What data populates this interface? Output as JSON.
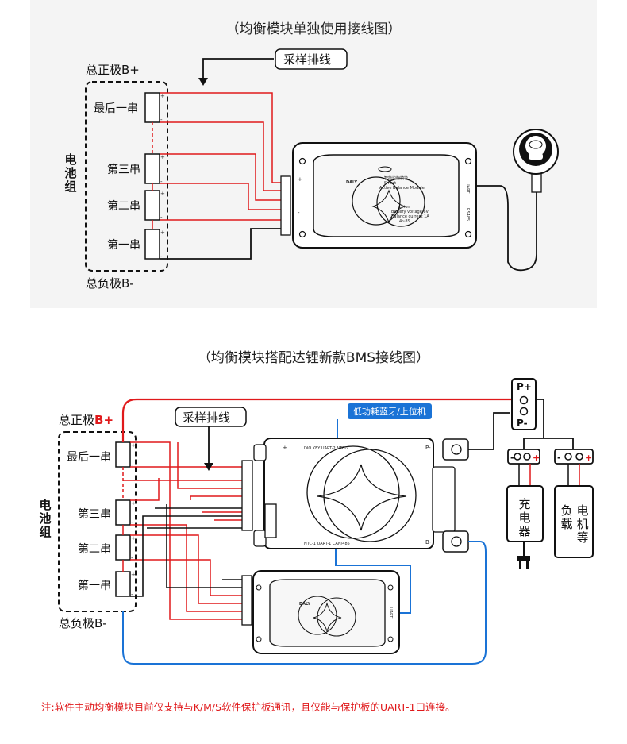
{
  "diagram1": {
    "title": "（均衡模块单独使用接线图）",
    "sampling_label": "采样排线",
    "pos_label": "总正极B+",
    "neg_label": "总负极B-",
    "pack_label": [
      "电",
      "池",
      "组"
    ],
    "cells": [
      "最后一串",
      "第三串",
      "第二串",
      "第一串"
    ],
    "module_brand": "DALY",
    "module_text": [
      "智能均衡模块",
      "Smart",
      "Active Balance Module"
    ],
    "module_spec": [
      "Li-ion",
      "Battery voltage 6V",
      "Balance current 1A",
      "4~8S"
    ],
    "module_ports": [
      "RS485",
      "UART"
    ]
  },
  "diagram2": {
    "title": "（均衡模块搭配达锂新款BMS接线图）",
    "sampling_label": "采样排线",
    "bt_label": "低功耗蓝牙/上位机",
    "pos_label_text": "总正极",
    "pos_label_suffix": "B+",
    "neg_label": "总负极B-",
    "pack_label": [
      "电",
      "池",
      "组"
    ],
    "cells": [
      "最后一串",
      "第三串",
      "第二串",
      "第一串"
    ],
    "pplus_block": [
      "P+",
      "P-"
    ],
    "charger_label": [
      "充",
      "电",
      "器"
    ],
    "load_label_left": [
      "负",
      "载"
    ],
    "load_label_right": [
      "电",
      "机",
      "等"
    ],
    "bms_top_labels": "DIO  KEY   UART-2  NTC-2",
    "bms_bottom_labels": "NTC-1  UART-1  CAN/485",
    "bms_pminus": "P-",
    "bms_bminus": "B-",
    "module_brand": "DALY",
    "module_port": "UART"
  },
  "note": "注:软件主动均衡模块目前仅支持与K/M/S软件保护板通讯，且仅能与保护板的UART-1口连接。",
  "colors": {
    "red": "#e0191b",
    "blue": "#1a73d6",
    "wire": "#111111"
  }
}
